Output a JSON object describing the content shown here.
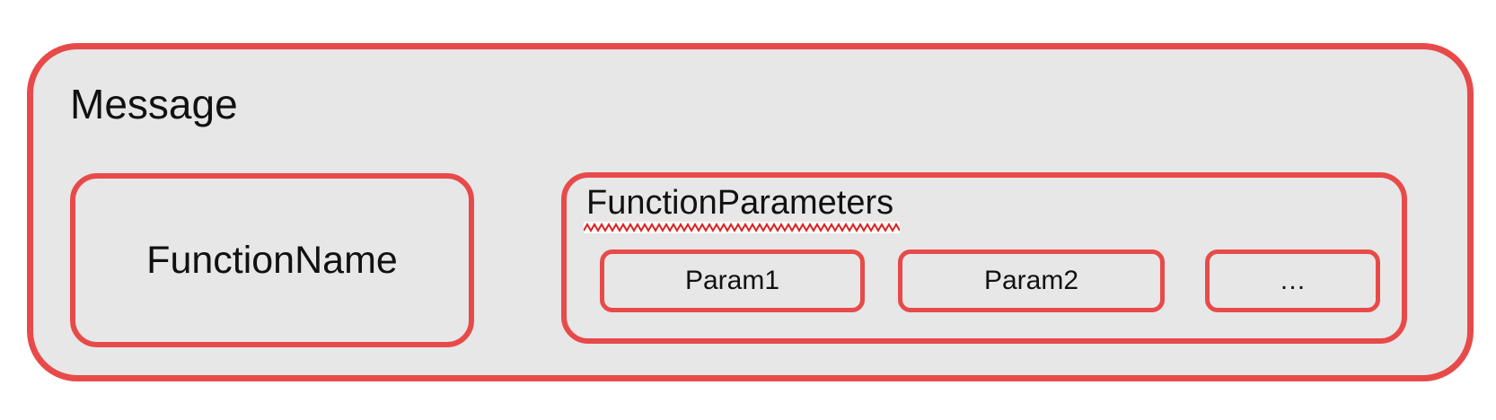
{
  "colors": {
    "accent_red": "#e84a4a",
    "box_fill": "#e7e7e7",
    "text": "#111111",
    "squiggle_red": "#e02020",
    "squiggle_bg": "#ffffff"
  },
  "diagram": {
    "message": {
      "label": "Message"
    },
    "function_name": {
      "label": "FunctionName"
    },
    "function_parameters": {
      "label": "FunctionParameters",
      "params": [
        {
          "label": "Param1"
        },
        {
          "label": "Param2"
        },
        {
          "label": "…"
        }
      ]
    }
  }
}
